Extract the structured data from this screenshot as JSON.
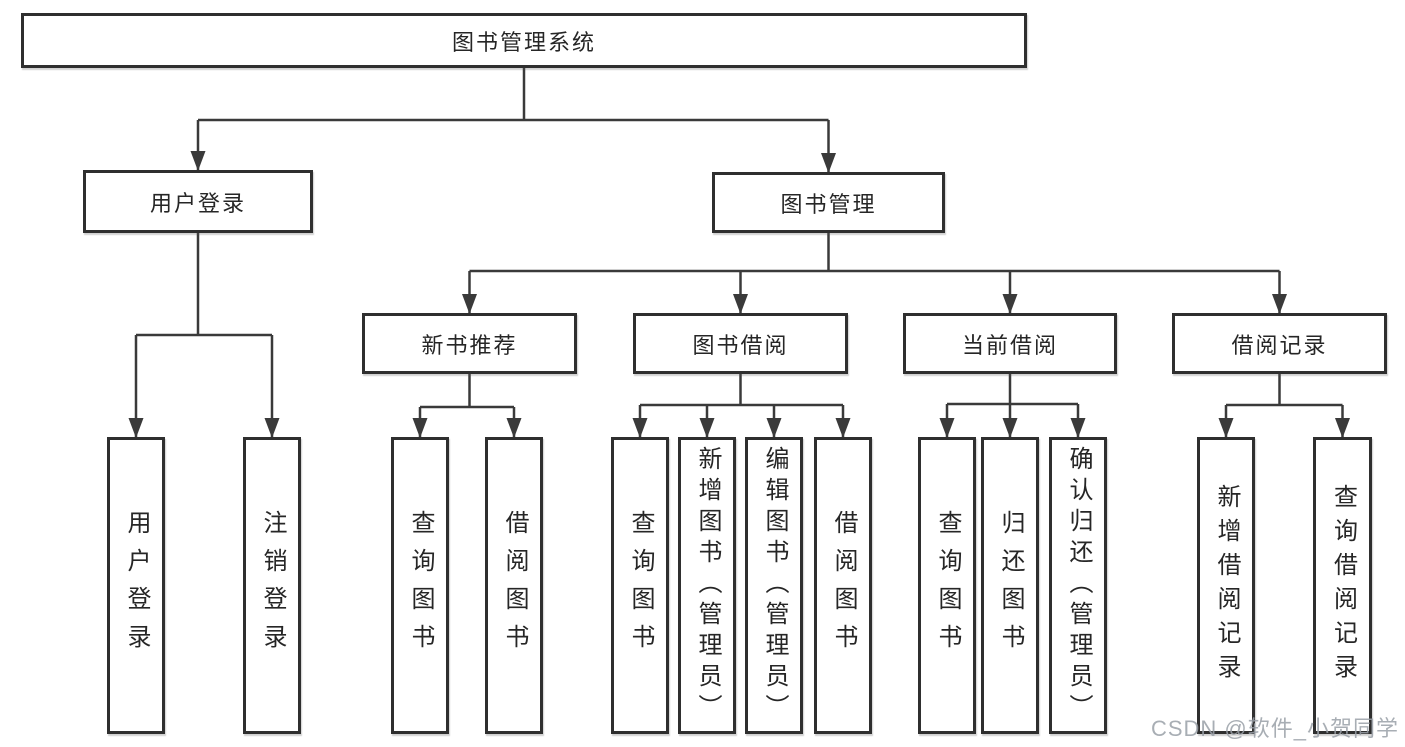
{
  "diagram": {
    "title": "图书管理系统",
    "nodes": {
      "root": {
        "label": "图书管理系统",
        "children": [
          "user-login",
          "book-management"
        ]
      },
      "user-login": {
        "label": "用户登录",
        "children": [
          "user-login-action",
          "logout-action"
        ]
      },
      "book-management": {
        "label": "图书管理",
        "children": [
          "new-book-recommend",
          "book-borrow",
          "current-borrow",
          "borrow-records"
        ]
      },
      "new-book-recommend": {
        "label": "新书推荐",
        "children": [
          "nbr-query-book",
          "nbr-borrow-book"
        ]
      },
      "book-borrow": {
        "label": "图书借阅",
        "children": [
          "bb-query-book",
          "bb-add-book",
          "bb-edit-book",
          "bb-borrow-book"
        ]
      },
      "current-borrow": {
        "label": "当前借阅",
        "children": [
          "cb-query-book",
          "cb-return-book",
          "cb-confirm-return"
        ]
      },
      "borrow-records": {
        "label": "借阅记录",
        "children": [
          "br-add-record",
          "br-query-record"
        ]
      },
      "user-login-action": {
        "label": "用户登录"
      },
      "logout-action": {
        "label": "注销登录"
      },
      "nbr-query-book": {
        "label": "查询图书"
      },
      "nbr-borrow-book": {
        "label": "借阅图书"
      },
      "bb-query-book": {
        "label": "查询图书"
      },
      "bb-add-book": {
        "label": "新增图书（管理员）"
      },
      "bb-edit-book": {
        "label": "编辑图书（管理员）"
      },
      "bb-borrow-book": {
        "label": "借阅图书"
      },
      "cb-query-book": {
        "label": "查询图书"
      },
      "cb-return-book": {
        "label": "归还图书"
      },
      "cb-confirm-return": {
        "label": "确认归还（管理员）"
      },
      "br-add-record": {
        "label": "新增借阅记录"
      },
      "br-query-record": {
        "label": "查询借阅记录"
      }
    }
  },
  "watermark": {
    "text": "CSDN @软件_小贺同学"
  },
  "colors": {
    "background": "#ffffff",
    "box_fill": "#ffffff",
    "box_border": "#2f2f2f",
    "line": "#3a3a3a",
    "text": "#262626",
    "watermark": "#9aa0a8"
  }
}
